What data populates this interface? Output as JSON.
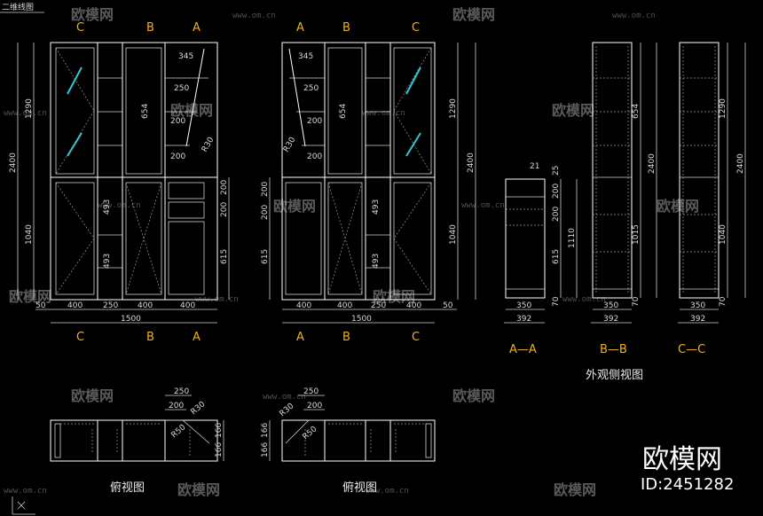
{
  "header": {
    "title": "二维线图"
  },
  "front_view_left": {
    "section_marks_top": [
      "C",
      "B",
      "A"
    ],
    "section_marks_bottom": [
      "C",
      "B",
      "A"
    ],
    "dims_left": [
      "2400",
      "1290",
      "1040"
    ],
    "dims_right": [
      "200",
      "200",
      "615"
    ],
    "dims_bottom": [
      "50",
      "400",
      "250",
      "400",
      "400"
    ],
    "total_width": "1500",
    "inner_labels": [
      "345",
      "250",
      "200",
      "200",
      "654",
      "R30",
      "493",
      "493"
    ]
  },
  "front_view_right": {
    "section_marks_top": [
      "A",
      "B",
      "C"
    ],
    "section_marks_bottom": [
      "A",
      "B",
      "C"
    ],
    "dims_left": [
      "200",
      "200",
      "615"
    ],
    "dims_right": [
      "1290",
      "2400",
      "1040"
    ],
    "dims_bottom": [
      "400",
      "400",
      "250",
      "400",
      "50"
    ],
    "total_width": "1500",
    "inner_labels": [
      "345",
      "250",
      "200",
      "200",
      "654",
      "R30",
      "493",
      "493"
    ]
  },
  "side_views": {
    "aa": {
      "label": "A—A",
      "dims": [
        "21",
        "25",
        "200",
        "200",
        "1110",
        "615",
        "70"
      ],
      "bottom": [
        "350",
        "392"
      ]
    },
    "bb": {
      "label": "B—B",
      "dims": [
        "654",
        "2400",
        "1015",
        "70"
      ],
      "bottom": [
        "350",
        "392"
      ]
    },
    "cc": {
      "label": "C—C",
      "dims": [
        "1290",
        "2400",
        "1040",
        "70"
      ],
      "bottom": [
        "350",
        "392"
      ]
    },
    "title": "外观侧视图"
  },
  "top_view_left": {
    "dims": [
      "250",
      "200",
      "R30",
      "R50",
      "166",
      "166"
    ],
    "title": "俯视图"
  },
  "top_view_right": {
    "dims": [
      "250",
      "200",
      "R30",
      "R50",
      "166",
      "166"
    ],
    "title": "俯视图"
  },
  "watermark": {
    "text": "欧模网",
    "url": "www.om.cn"
  },
  "brand": {
    "name": "欧模网",
    "id": "ID:2451282"
  }
}
